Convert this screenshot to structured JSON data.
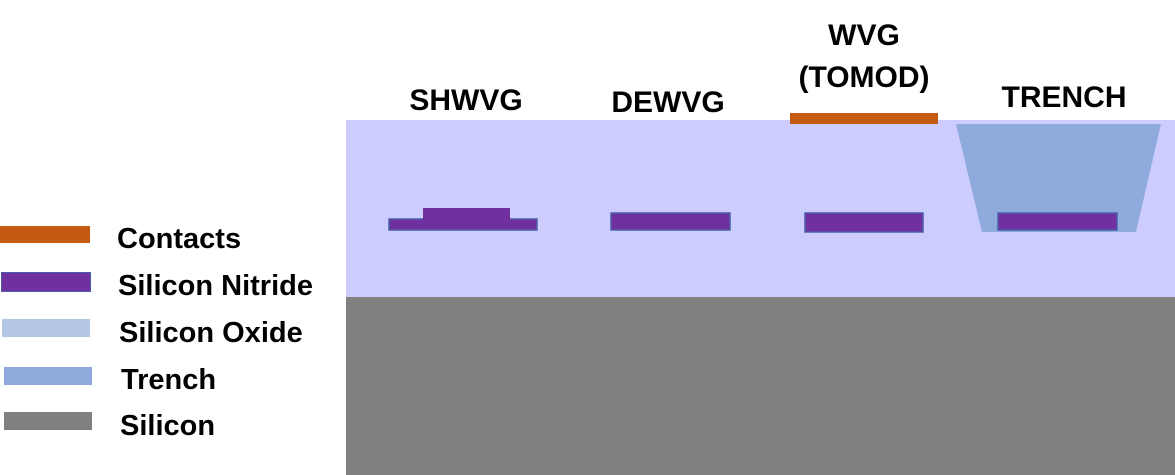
{
  "structures": [
    {
      "label": "SHWVG"
    },
    {
      "label": "DEWVG"
    },
    {
      "label_line1": "WVG",
      "label_line2": "(TOMOD)"
    },
    {
      "label": "TRENCH"
    }
  ],
  "legend": [
    {
      "label": "Contacts",
      "color": "#C55A11"
    },
    {
      "label": "Silicon Nitride",
      "color": "#7030A0"
    },
    {
      "label": "Silicon Oxide",
      "color": "#B4C7E7"
    },
    {
      "label": "Trench",
      "color": "#8FAADC"
    },
    {
      "label": "Silicon",
      "color": "#808080"
    }
  ],
  "colors": {
    "oxide_layer": "#CCCCFF",
    "trench": "#8FAADC",
    "nitride": "#7030A0",
    "nitride_border": "#4A5FA8",
    "contact": "#C55A11",
    "silicon": "#808080"
  }
}
